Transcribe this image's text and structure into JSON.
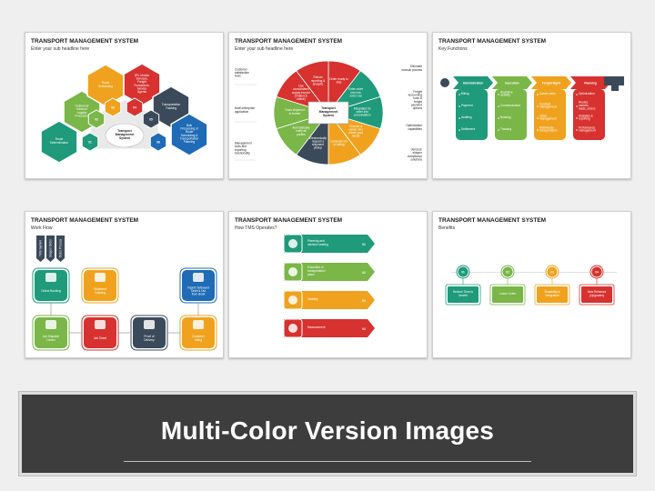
{
  "slides": [
    {
      "title": "TRANSPORT MANAGEMENT SYSTEM",
      "subtitle": "Enter your sub headline here",
      "center_label": "Transport Management System",
      "cells": [
        {
          "num": "01",
          "label": "Route Determination",
          "color": "#1f9a7a"
        },
        {
          "num": "02",
          "label": "Outbound/ Inbound Logistic Processes",
          "color": "#7ab648"
        },
        {
          "num": "03",
          "label": "Route Scheduling",
          "color": "#f0a21e"
        },
        {
          "num": "04",
          "label": "3PL Vendor Services, Freight Forwarders, Service Agents",
          "color": "#d7322f"
        },
        {
          "num": "05",
          "label": "Transportation Tracking",
          "color": "#3b4a5a"
        },
        {
          "num": "06",
          "label": "Bulk Processing of Route Scheduling & Transportation Planning",
          "color": "#1f6bb5"
        }
      ]
    },
    {
      "title": "TRANSPORT MANAGEMENT SYSTEM",
      "subtitle": "Enter your sub headline here",
      "center_label": "Transport Management System",
      "left_labels": [
        "Customer satisfaction tools",
        "Multi-enterprise application",
        "Management tools and reporting functionality"
      ],
      "right_labels": [
        "Eliminate manual process",
        "Freight accounting tools & freight payment options",
        "Optimization capabilities",
        "Vendors' shipper compliance solutions"
      ],
      "wheel": [
        {
          "label": "Order ready to ship",
          "color": "#d7322f"
        },
        {
          "label": "Enter order info into order row",
          "color": "#1f9a7a"
        },
        {
          "label": "Integrated for order info consolidation",
          "color": "#1f9a7a"
        },
        {
          "label": "Choose a carrier who meets your needs",
          "color": "#f0a21e"
        },
        {
          "label": "Generate bill of lading",
          "color": "#f0a21e"
        },
        {
          "label": "Electronically request a shipment pickup",
          "color": "#3b4a5a"
        },
        {
          "label": "Automatically notify all parties",
          "color": "#7ab648"
        },
        {
          "label": "Track shipment in transit",
          "color": "#7ab648"
        },
        {
          "label": "Use consolidated supply invoice (mailed & online)",
          "color": "#d7322f"
        },
        {
          "label": "Robust reporting & analysis",
          "color": "#d7322f"
        }
      ]
    },
    {
      "title": "TRANSPORT MANAGEMENT SYSTEM",
      "subtitle": "Key Functions",
      "columns": [
        {
          "head": "Administration",
          "color": "#1f9a7a",
          "items": [
            "Billing",
            "Payment",
            "Auditing",
            "Settlement"
          ]
        },
        {
          "head": "Execution",
          "color": "#7ab648",
          "items": [
            "Real-time visibility",
            "Communication",
            "Booking",
            "Tracking"
          ]
        },
        {
          "head": "Freight Mgmt",
          "color": "#f0a21e",
          "items": [
            "Carrier rates",
            "Contract management",
            "Order management",
            "Multimodal transportation"
          ]
        },
        {
          "head": "Planning",
          "color": "#d7322f",
          "items": [
            "Optimization",
            "Routes, carriers, loads, orders",
            "Analytics & reporting",
            "Performance management"
          ]
        }
      ]
    },
    {
      "title": "TRANSPORT MANAGEMENT SYSTEM",
      "subtitle": "Work Flow",
      "tags": [
        "TMS System",
        "Shipper Order",
        "Order Process"
      ],
      "boxes": [
        {
          "label": "Online Booking",
          "color": "#1f9a7a"
        },
        {
          "label": "Shipment Tracking",
          "color": "#f0a21e"
        },
        {
          "label": "Import Outbound Order's Out from Book",
          "color": "#1f6bb5"
        },
        {
          "label": "Job Dispatch Center",
          "color": "#7ab648"
        },
        {
          "label": "Job Sheet",
          "color": "#d7322f"
        },
        {
          "label": "Proof of Delivery",
          "color": "#3b4a5a"
        },
        {
          "label": "Customer billing",
          "color": "#f0a21e"
        }
      ]
    },
    {
      "title": "TRANSPORT MANAGEMENT SYSTEM",
      "subtitle": "How TMS Operates?",
      "steps": [
        {
          "num": "01",
          "label": "Planning and decision making",
          "color": "#1f9a7a"
        },
        {
          "num": "02",
          "label": "Execution of transportation plans",
          "color": "#7ab648"
        },
        {
          "num": "03",
          "label": "Visibility",
          "color": "#f0a21e"
        },
        {
          "num": "04",
          "label": "Measurement",
          "color": "#d7322f"
        }
      ]
    },
    {
      "title": "TRANSPORT MANAGEMENT SYSTEM",
      "subtitle": "Benefits",
      "benefits": [
        {
          "num": "01",
          "label": "Reduce Time to benefit",
          "color": "#1f9a7a"
        },
        {
          "num": "02",
          "label": "Lower Costs",
          "color": "#7ab648"
        },
        {
          "num": "03",
          "label": "Scalability & Integration",
          "color": "#f0a21e"
        },
        {
          "num": "04",
          "label": "New Releases (Upgrades)",
          "color": "#d7322f"
        }
      ]
    }
  ],
  "banner": {
    "text": "Multi-Color Version Images",
    "bg": "#3d3d3d"
  }
}
